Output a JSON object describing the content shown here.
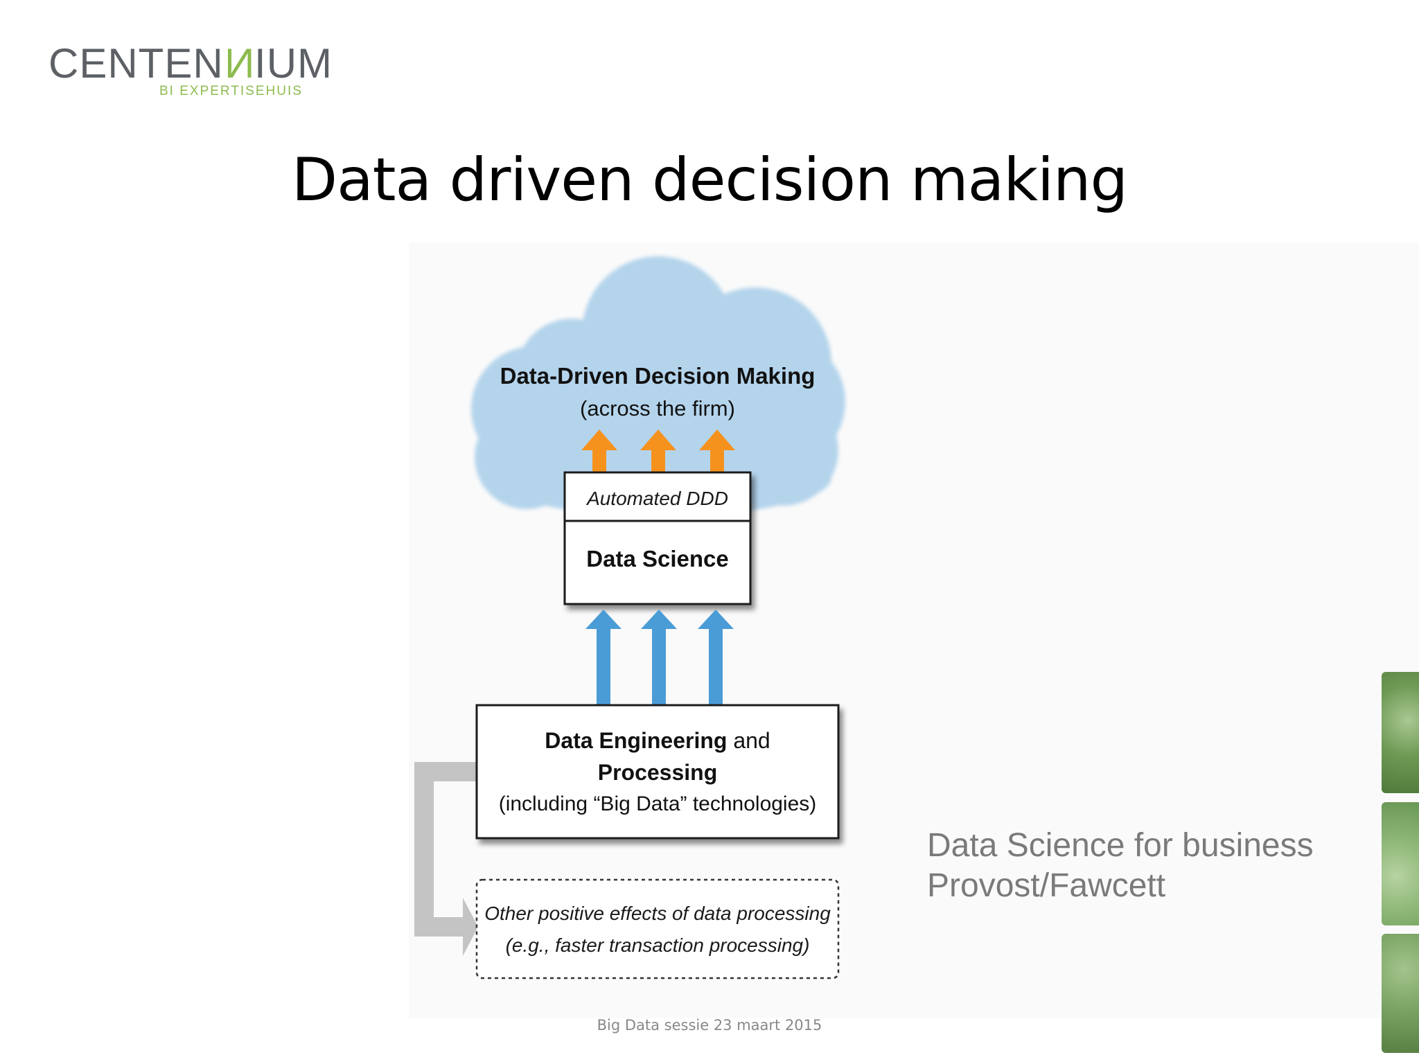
{
  "logo": {
    "name_part1": "CENTEN",
    "name_accent": "N",
    "name_part2": "IUM",
    "subtitle": "BI EXPERTISEHUIS"
  },
  "slide": {
    "title": "Data driven decision making",
    "footer": "Big Data sessie 23 maart 2015"
  },
  "diagram": {
    "cloud_title": "Data-Driven Decision Making",
    "cloud_subtitle": "(across the firm)",
    "automated_label": "Automated DDD",
    "data_science_label": "Data Science",
    "engineering_bold": "Data Engineering",
    "engineering_and": " and",
    "engineering_processing": "Processing",
    "engineering_sub": "(including “Big Data” technologies)",
    "effects_line1": "Other positive effects of data processing",
    "effects_line2": "(e.g., faster transaction processing)",
    "colors": {
      "cloud": "#b4d4ec",
      "orange_arrow": "#f5921e",
      "blue_arrow": "#4a9cd6",
      "gray_arrow": "#c4c4c4"
    }
  },
  "caption": {
    "line1": "Data Science for business",
    "line2": "Provost/Fawcett"
  },
  "decoration": {
    "colors": [
      "#6f9a55",
      "#8fb878",
      "#7ca565"
    ]
  }
}
